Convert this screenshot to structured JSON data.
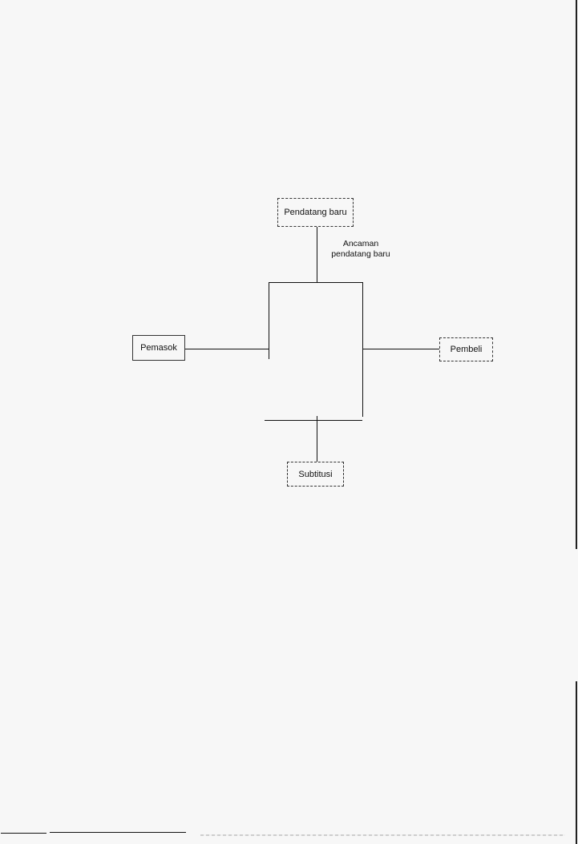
{
  "diagram": {
    "nodes": {
      "top": "Pendatang baru",
      "left": "Pemasok",
      "right": "Pembeli",
      "bottom": "Subtitusi"
    },
    "edge_label": {
      "line1": "Ancaman",
      "line2": "pendatang baru"
    }
  }
}
